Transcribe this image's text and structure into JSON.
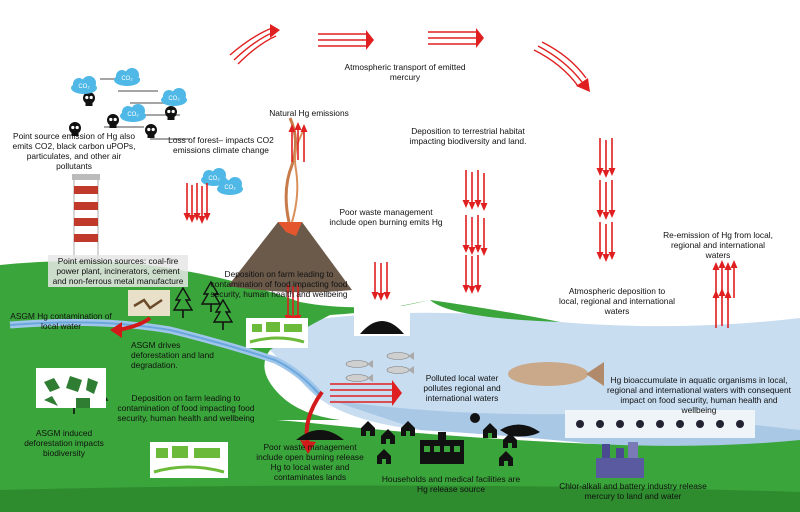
{
  "labels": {
    "atmospheric_transport": "Atmospheric transport of emitted mercury",
    "point_source_emission": "Point source emission of Hg also emits CO2, black carbon uPOPs, particulates, and other air pollutants",
    "loss_of_forest": "Loss of forest– impacts CO2 emissions climate change",
    "natural_hg": "Natural Hg emissions",
    "deposition_terrestrial": "Deposition to terrestrial habitat impacting biodiversity and land.",
    "poor_waste_burning": "Poor waste management include open burning emits Hg",
    "reemission": "Re-emission of Hg from local, regional and international waters",
    "point_emission_sources": "Point emission sources: coal-fire power plant, incinerators, cement and non-ferrous metal manufacture",
    "deposition_farm_top": "Deposition on farm leading to contamination of food impacting food security, human health and wellbeing",
    "atmospheric_deposition": "Atmospheric deposition to local, regional and international waters",
    "asgm_contamination": "ASGM Hg contamination of local water",
    "asgm_deforestation": "ASGM drives deforestation and land degradation.",
    "polluted_water": "Polluted local water pollutes regional and international waters",
    "bioaccumulate": "Hg bioaccumulate in aquatic organisms in local, regional and international waters with consequent impact on food security, human health and wellbeing",
    "deposition_farm_bottom": "Deposition on farm leading to contamination of food impacting food security, human health and wellbeing",
    "asgm_biodiversity": "ASGM induced deforestation impacts biodiversity",
    "poor_waste_release": "Poor waste management include open burning release Hg to local water and contaminates lands",
    "households": "Households and medical facilities are Hg release source",
    "chlor_alkali": "Chlor-alkali and battery industry release mercury to land and water"
  },
  "icons": {
    "co2_cloud": "CO2",
    "skull": "skull-icon"
  },
  "colors": {
    "sky": "#ffffff",
    "land": "#3aa53a",
    "land_dark": "#2e8b2e",
    "water": "#c8ddf0",
    "water_deep": "#a9c8e6",
    "arrow": "#e02020",
    "volcano": "#6b5a4a",
    "lava": "#e4572e"
  }
}
